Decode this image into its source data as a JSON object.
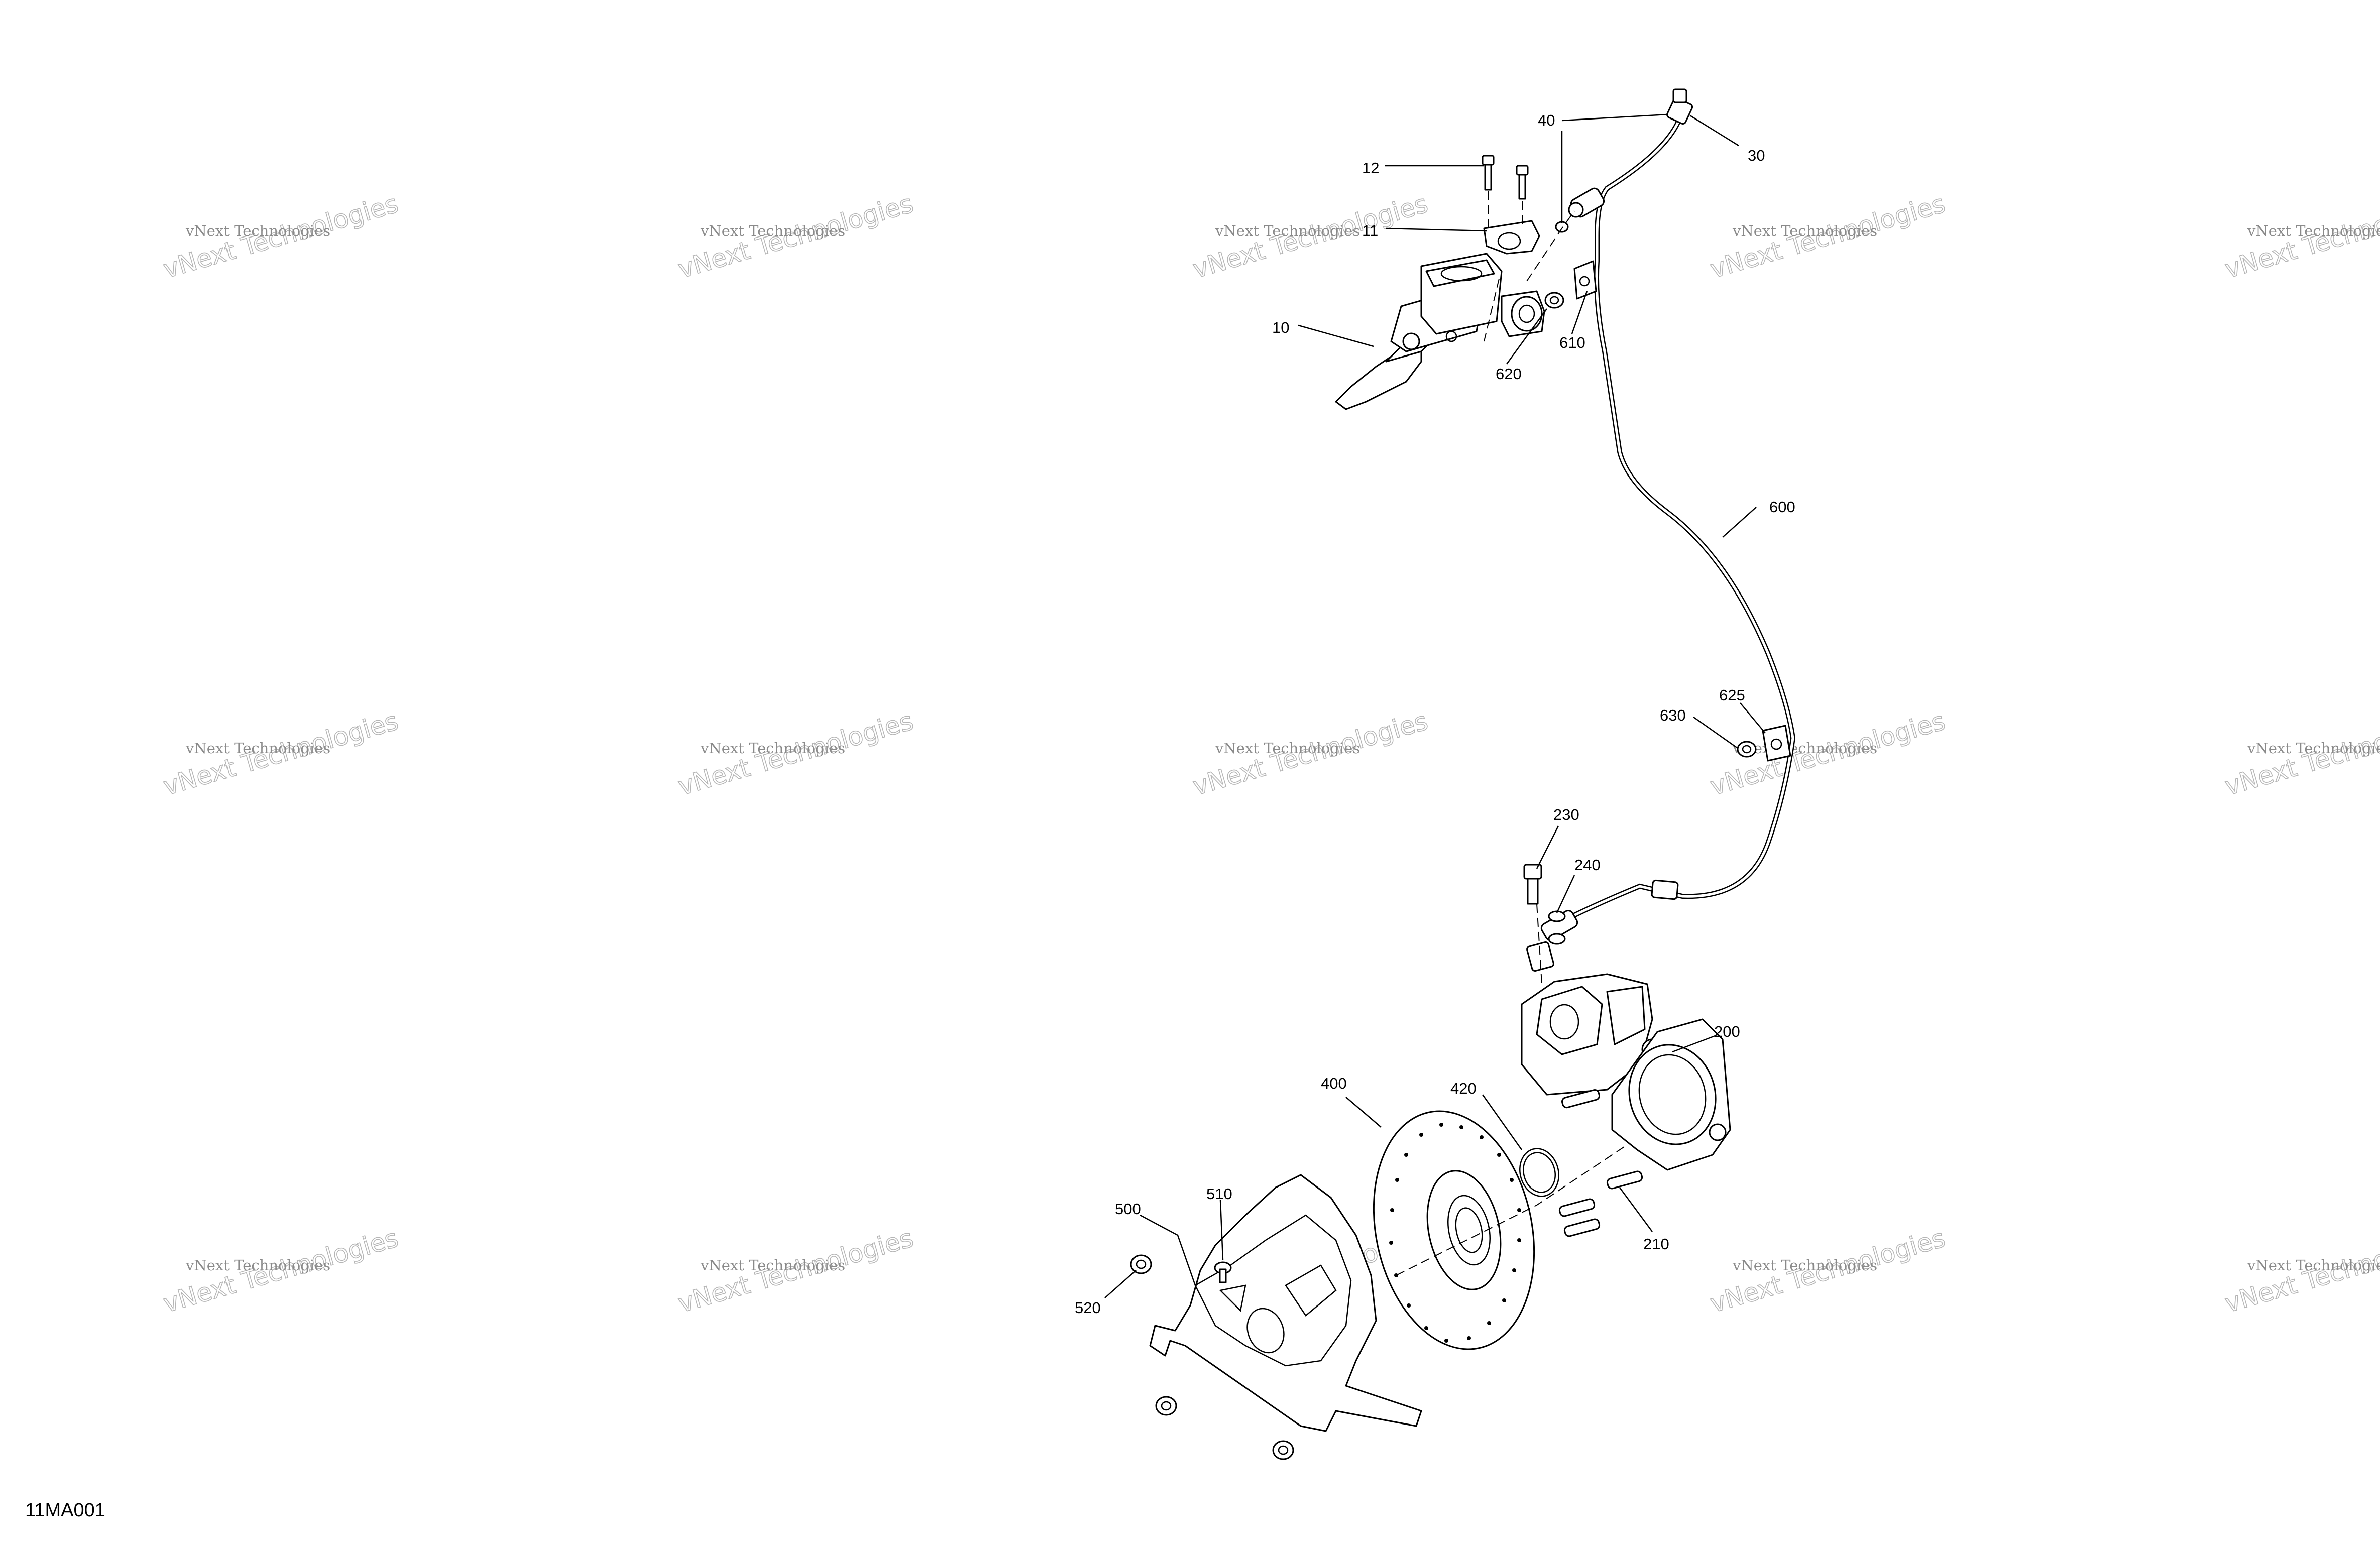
{
  "figure_code": "11MA001",
  "watermark": {
    "line1": "vNext Technologies",
    "line2": "vNext Technologies"
  },
  "callouts": [
    {
      "id": "10",
      "label": "10"
    },
    {
      "id": "11",
      "label": "11"
    },
    {
      "id": "12",
      "label": "12"
    },
    {
      "id": "30",
      "label": "30"
    },
    {
      "id": "40",
      "label": "40"
    },
    {
      "id": "200",
      "label": "200"
    },
    {
      "id": "210",
      "label": "210"
    },
    {
      "id": "230",
      "label": "230"
    },
    {
      "id": "240",
      "label": "240"
    },
    {
      "id": "400",
      "label": "400"
    },
    {
      "id": "420",
      "label": "420"
    },
    {
      "id": "500",
      "label": "500"
    },
    {
      "id": "510",
      "label": "510"
    },
    {
      "id": "520",
      "label": "520"
    },
    {
      "id": "600",
      "label": "600"
    },
    {
      "id": "610",
      "label": "610"
    },
    {
      "id": "620",
      "label": "620"
    },
    {
      "id": "625",
      "label": "625"
    },
    {
      "id": "630",
      "label": "630"
    }
  ]
}
